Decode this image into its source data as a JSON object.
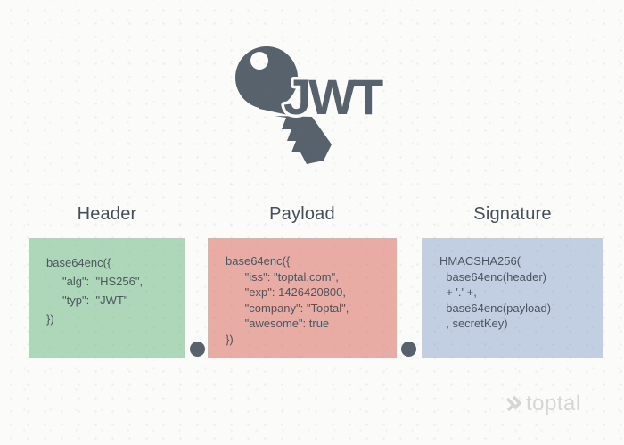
{
  "logo": {
    "jwt": "JWT"
  },
  "sections": [
    {
      "label": "Header",
      "color": "#aed7ba",
      "code": "base64enc({\n     \"alg\":  \"HS256\",\n     \"typ\":  \"JWT\"\n})"
    },
    {
      "label": "Payload",
      "color": "#e9aca4",
      "code": "base64enc({\n      \"iss\": \"toptal.com\",\n      \"exp\": 1426420800,\n      \"company\": \"Toptal\",\n      \"awesome\": true\n})"
    },
    {
      "label": "Signature",
      "color": "#c2cee1",
      "code": "HMACSHA256(\n  base64enc(header)\n  + '.' +,\n  base64enc(payload)\n  , secretKey)"
    }
  ],
  "watermark": {
    "brand": "toptal",
    "color": "#d6d6d6"
  },
  "colors": {
    "background": "#fbfbf9",
    "key": "#57626c",
    "connector": "#57626c",
    "code_text": "#4b555f",
    "label_text": "#454f59"
  }
}
